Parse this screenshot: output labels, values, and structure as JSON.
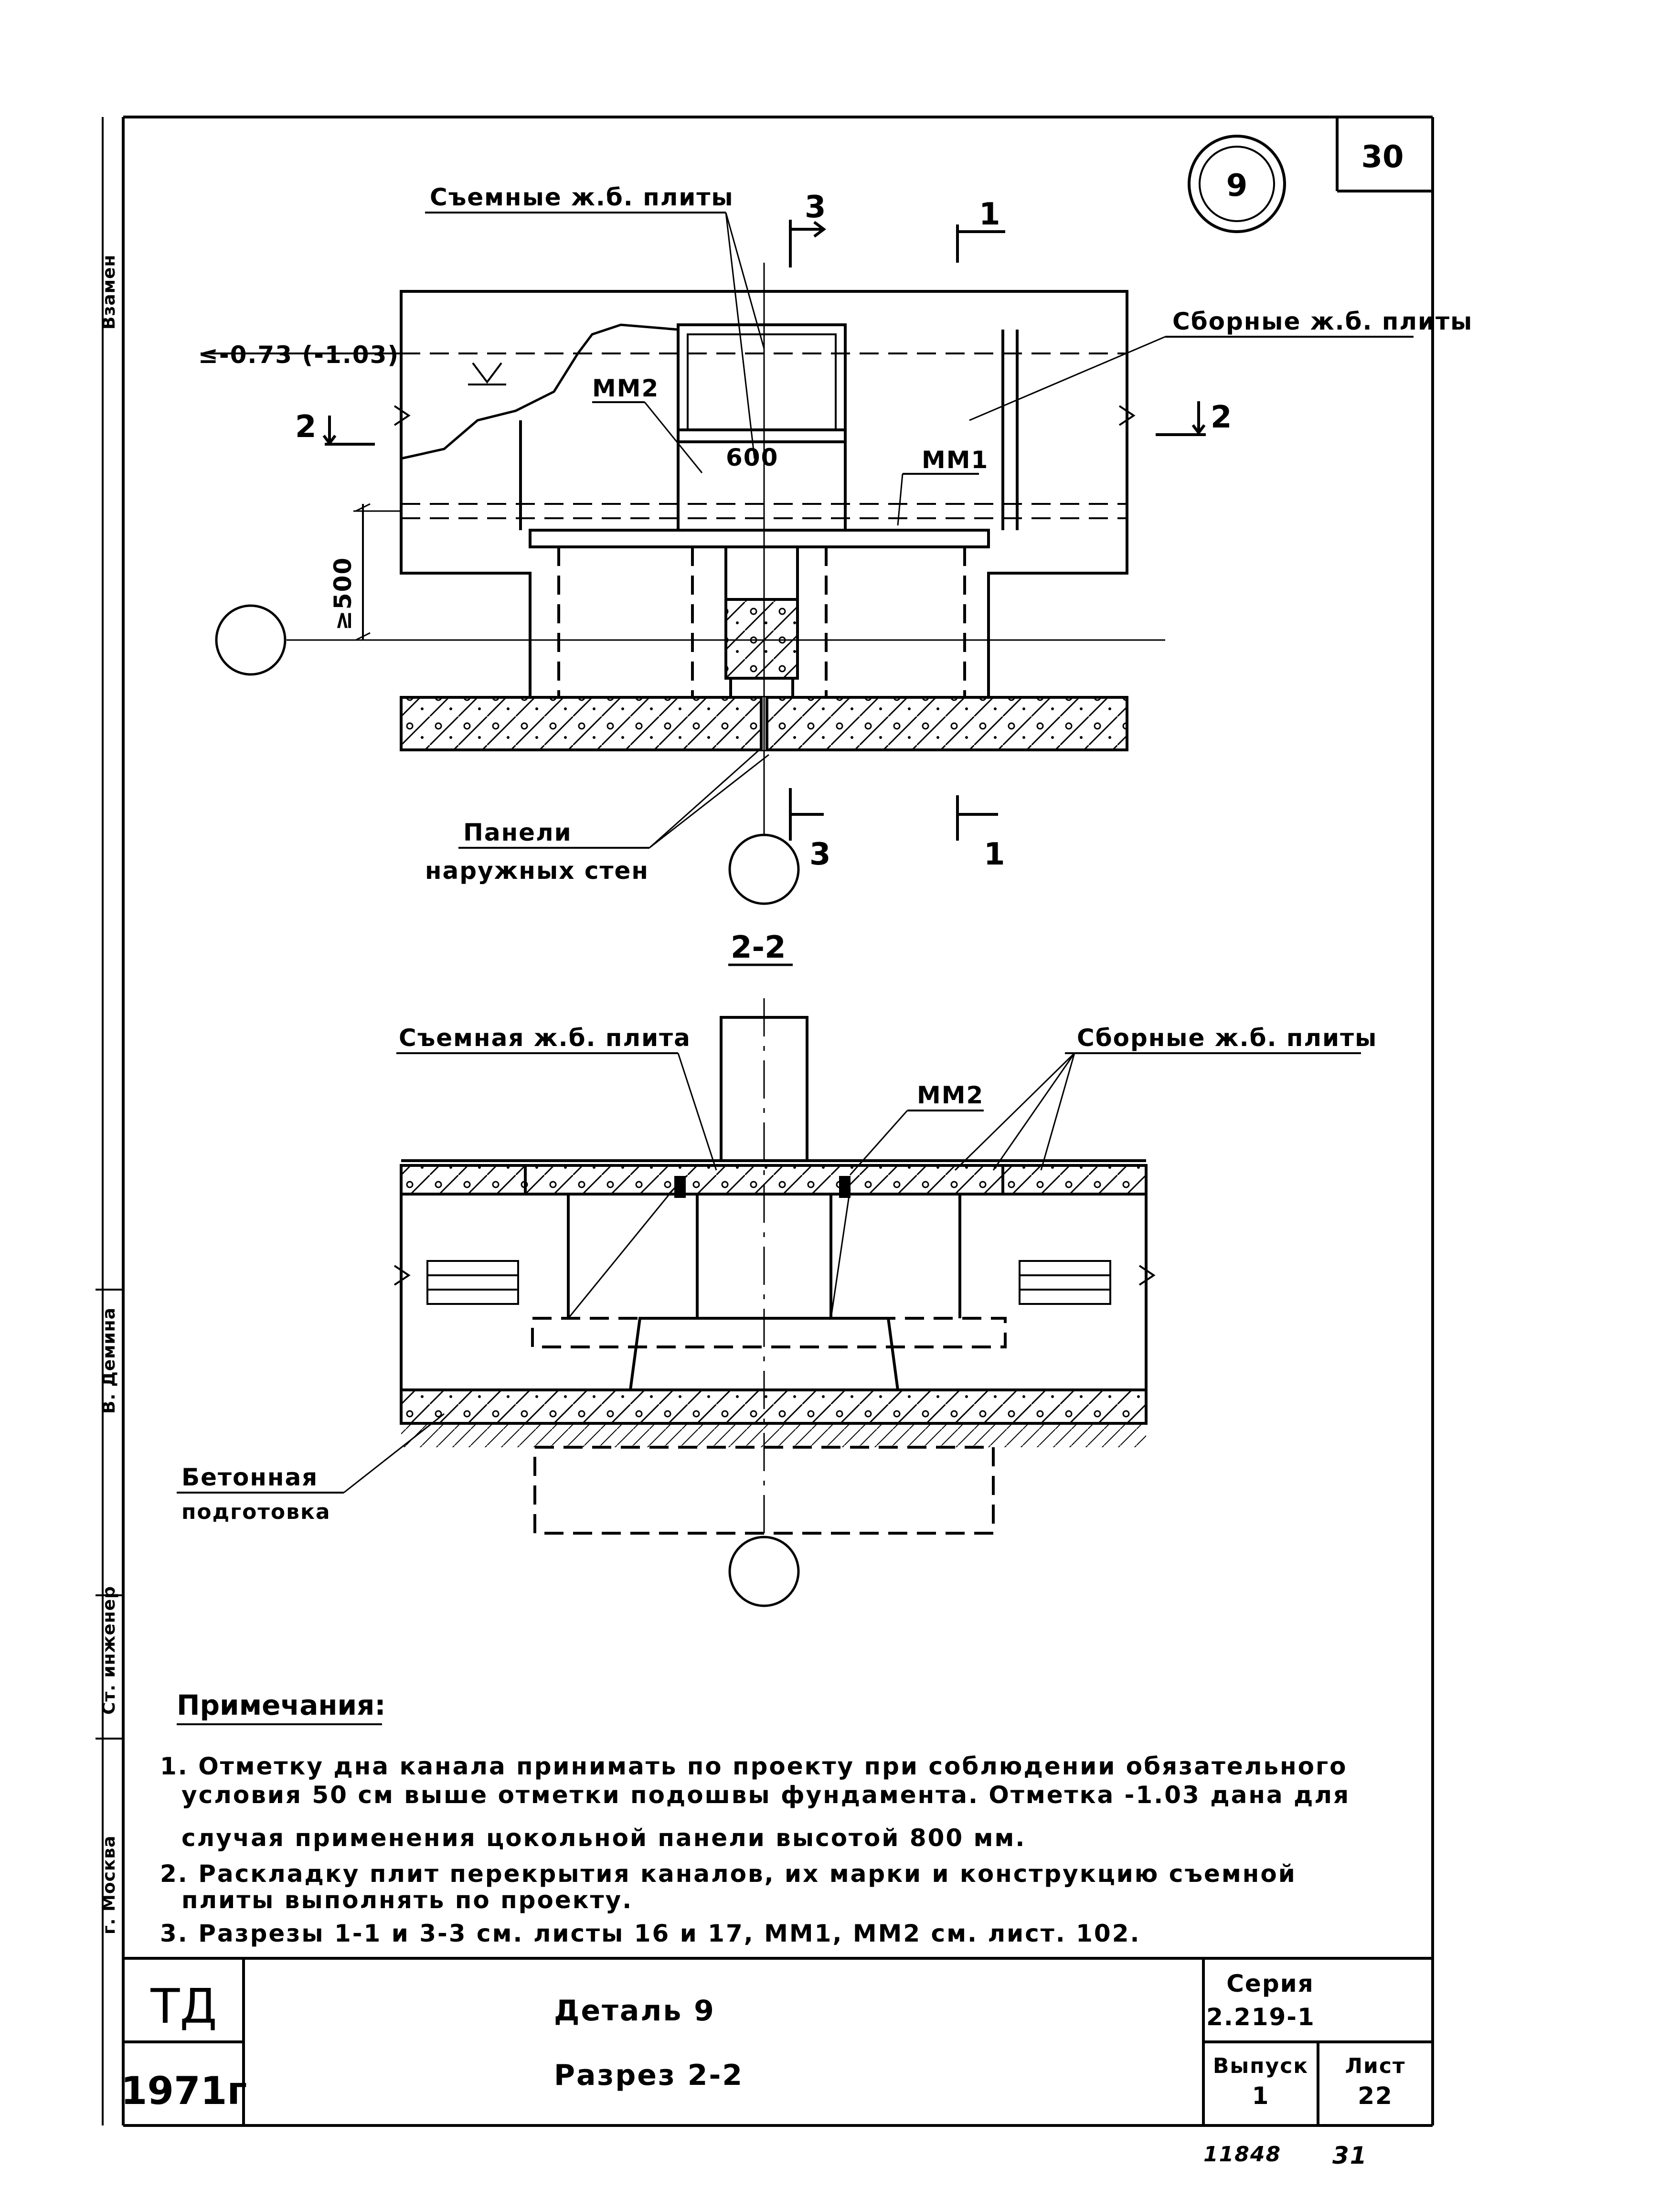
{
  "sheet_number": "30",
  "detail_marker": "9",
  "plan_labels": {
    "removable_plates": "Съемные ж.б. плиты",
    "prefab_plates": "Сборные ж.б. плиты",
    "elevation": "≤-0.73 (-1.03)",
    "mm2": "ММ2",
    "mm1": "ММ1",
    "width_600": "600",
    "depth_500": "≥500",
    "wall_panels_1": "Панели",
    "wall_panels_2": "наружных стен"
  },
  "section_marks": {
    "a": "1",
    "b": "2",
    "c": "3"
  },
  "section_title": "2-2",
  "section_labels": {
    "removable_plate": "Съемная ж.б. плита",
    "prefab_plates": "Сборные ж.б. плиты",
    "mm2": "ММ2",
    "concrete_1": "Бетонная",
    "concrete_2": "подготовка"
  },
  "notes": {
    "heading": "Примечания:",
    "line1": "1. Отметку дна канала принимать по проекту при соблюдении обязательного",
    "line2": "условия 50 см выше отметки подошвы фундамента. Отметка -1.03 дана для",
    "line3": "случая применения цокольной панели высотой 800 мм.",
    "line4": "2. Раскладку плит перекрытия каналов, их марки и конструкцию съемной",
    "line5": "плиты выполнять по проекту.",
    "line6": "3. Разрезы 1-1 и 3-3 см. листы 16 и 17, ММ1, ММ2 см. лист. 102."
  },
  "title_block": {
    "org": "ТД",
    "year": "1971г",
    "title1": "Деталь 9",
    "title2": "Разрез 2-2",
    "series_label": "Серия",
    "series_value": "2.219-1",
    "issue_label": "Выпуск",
    "issue_value": "1",
    "sheet_label": "Лист",
    "sheet_value": "22",
    "stamp_left": "11848",
    "stamp_right": "31"
  },
  "side_strip": {
    "top": "Взамен",
    "engineer_role": "Ст. инженер",
    "engineer_name": "В. Демина",
    "city": "г. Москва"
  }
}
